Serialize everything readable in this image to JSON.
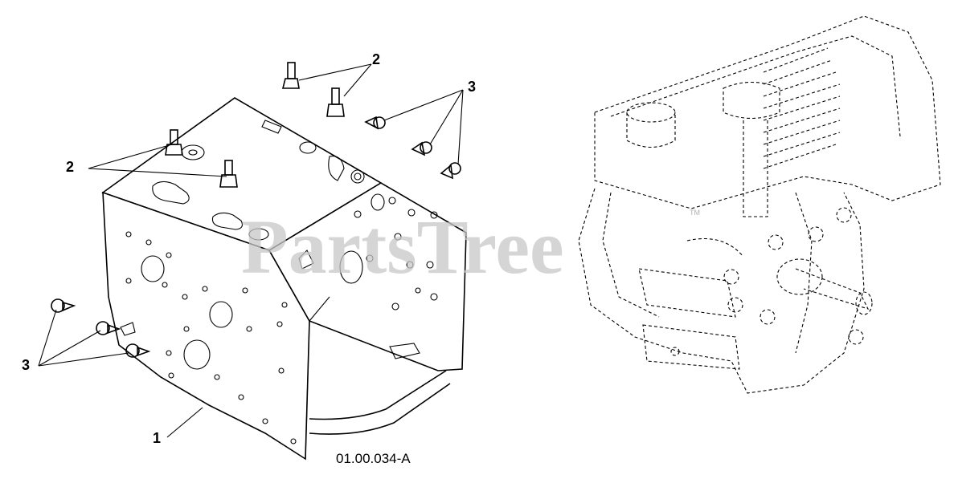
{
  "diagram": {
    "reference_code": "01.00.034-A",
    "watermark": "PartsTree",
    "trademark": "TM",
    "callouts": [
      {
        "id": "c1",
        "label": "1"
      },
      {
        "id": "c2a",
        "label": "2"
      },
      {
        "id": "c2b",
        "label": "2"
      },
      {
        "id": "c3a",
        "label": "3"
      },
      {
        "id": "c3b",
        "label": "3"
      }
    ]
  }
}
